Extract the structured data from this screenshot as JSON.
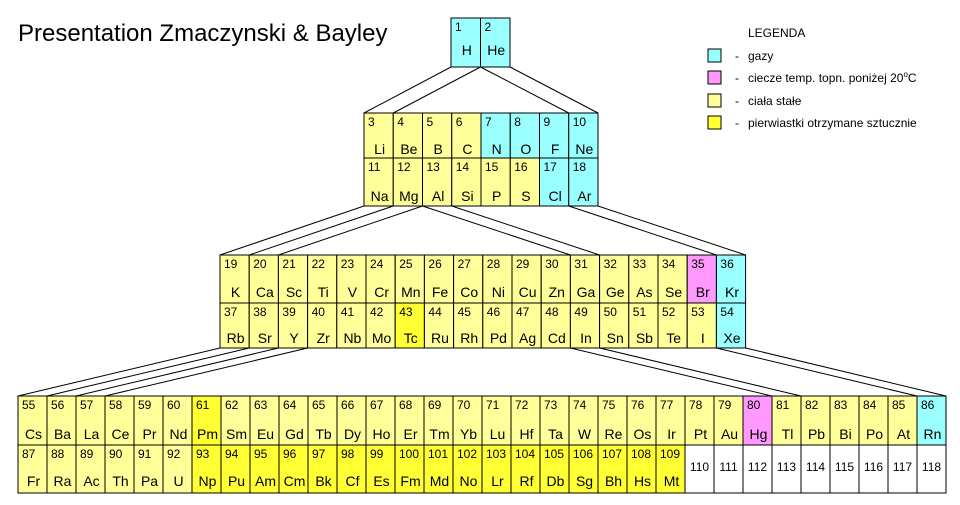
{
  "title": "Presentation Zmaczynski & Bayley",
  "legend": {
    "heading": "LEGENDA",
    "dash": "-",
    "items": [
      {
        "color": "#99FFFF",
        "label": "gazy"
      },
      {
        "color": "#FF99FF",
        "label": "ciecze temp. topn. poniżej 20",
        "label_superscript": "o",
        "label_suffix": "C"
      },
      {
        "color": "#FFFF99",
        "label": "ciała stałe"
      },
      {
        "color": "#FFFF33",
        "label": "pierwiastki otrzymane sztucznie"
      }
    ]
  },
  "empty_cell_color": "#FFFFFF",
  "table": {
    "rows": [
      {
        "elements": [
          {
            "number": 1,
            "symbol": "H",
            "legend_index": 0
          },
          {
            "number": 2,
            "symbol": "He",
            "legend_index": 0
          }
        ]
      },
      {
        "elements": [
          {
            "number": 3,
            "symbol": "Li",
            "legend_index": 2
          },
          {
            "number": 4,
            "symbol": "Be",
            "legend_index": 2
          },
          {
            "number": 5,
            "symbol": "B",
            "legend_index": 2
          },
          {
            "number": 6,
            "symbol": "C",
            "legend_index": 2
          },
          {
            "number": 7,
            "symbol": "N",
            "legend_index": 0
          },
          {
            "number": 8,
            "symbol": "O",
            "legend_index": 0
          },
          {
            "number": 9,
            "symbol": "F",
            "legend_index": 0
          },
          {
            "number": 10,
            "symbol": "Ne",
            "legend_index": 0
          }
        ]
      },
      {
        "elements": [
          {
            "number": 11,
            "symbol": "Na",
            "legend_index": 2
          },
          {
            "number": 12,
            "symbol": "Mg",
            "legend_index": 2
          },
          {
            "number": 13,
            "symbol": "Al",
            "legend_index": 2
          },
          {
            "number": 14,
            "symbol": "Si",
            "legend_index": 2
          },
          {
            "number": 15,
            "symbol": "P",
            "legend_index": 2
          },
          {
            "number": 16,
            "symbol": "S",
            "legend_index": 2
          },
          {
            "number": 17,
            "symbol": "Cl",
            "legend_index": 0
          },
          {
            "number": 18,
            "symbol": "Ar",
            "legend_index": 0
          }
        ]
      },
      {
        "elements": [
          {
            "number": 19,
            "symbol": "K",
            "legend_index": 2
          },
          {
            "number": 20,
            "symbol": "Ca",
            "legend_index": 2
          },
          {
            "number": 21,
            "symbol": "Sc",
            "legend_index": 2
          },
          {
            "number": 22,
            "symbol": "Ti",
            "legend_index": 2
          },
          {
            "number": 23,
            "symbol": "V",
            "legend_index": 2
          },
          {
            "number": 24,
            "symbol": "Cr",
            "legend_index": 2
          },
          {
            "number": 25,
            "symbol": "Mn",
            "legend_index": 2
          },
          {
            "number": 26,
            "symbol": "Fe",
            "legend_index": 2
          },
          {
            "number": 27,
            "symbol": "Co",
            "legend_index": 2
          },
          {
            "number": 28,
            "symbol": "Ni",
            "legend_index": 2
          },
          {
            "number": 29,
            "symbol": "Cu",
            "legend_index": 2
          },
          {
            "number": 30,
            "symbol": "Zn",
            "legend_index": 2
          },
          {
            "number": 31,
            "symbol": "Ga",
            "legend_index": 2
          },
          {
            "number": 32,
            "symbol": "Ge",
            "legend_index": 2
          },
          {
            "number": 33,
            "symbol": "As",
            "legend_index": 2
          },
          {
            "number": 34,
            "symbol": "Se",
            "legend_index": 2
          },
          {
            "number": 35,
            "symbol": "Br",
            "legend_index": 1
          },
          {
            "number": 36,
            "symbol": "Kr",
            "legend_index": 0
          }
        ]
      },
      {
        "elements": [
          {
            "number": 37,
            "symbol": "Rb",
            "legend_index": 2
          },
          {
            "number": 38,
            "symbol": "Sr",
            "legend_index": 2
          },
          {
            "number": 39,
            "symbol": "Y",
            "legend_index": 2
          },
          {
            "number": 40,
            "symbol": "Zr",
            "legend_index": 2
          },
          {
            "number": 41,
            "symbol": "Nb",
            "legend_index": 2
          },
          {
            "number": 42,
            "symbol": "Mo",
            "legend_index": 2
          },
          {
            "number": 43,
            "symbol": "Tc",
            "legend_index": 3
          },
          {
            "number": 44,
            "symbol": "Ru",
            "legend_index": 2
          },
          {
            "number": 45,
            "symbol": "Rh",
            "legend_index": 2
          },
          {
            "number": 46,
            "symbol": "Pd",
            "legend_index": 2
          },
          {
            "number": 47,
            "symbol": "Ag",
            "legend_index": 2
          },
          {
            "number": 48,
            "symbol": "Cd",
            "legend_index": 2
          },
          {
            "number": 49,
            "symbol": "In",
            "legend_index": 2
          },
          {
            "number": 50,
            "symbol": "Sn",
            "legend_index": 2
          },
          {
            "number": 51,
            "symbol": "Sb",
            "legend_index": 2
          },
          {
            "number": 52,
            "symbol": "Te",
            "legend_index": 2
          },
          {
            "number": 53,
            "symbol": "I",
            "legend_index": 2
          },
          {
            "number": 54,
            "symbol": "Xe",
            "legend_index": 0
          }
        ]
      },
      {
        "elements": [
          {
            "number": 55,
            "symbol": "Cs",
            "legend_index": 2
          },
          {
            "number": 56,
            "symbol": "Ba",
            "legend_index": 2
          },
          {
            "number": 57,
            "symbol": "La",
            "legend_index": 2
          },
          {
            "number": 58,
            "symbol": "Ce",
            "legend_index": 2
          },
          {
            "number": 59,
            "symbol": "Pr",
            "legend_index": 2
          },
          {
            "number": 60,
            "symbol": "Nd",
            "legend_index": 2
          },
          {
            "number": 61,
            "symbol": "Pm",
            "legend_index": 3
          },
          {
            "number": 62,
            "symbol": "Sm",
            "legend_index": 2
          },
          {
            "number": 63,
            "symbol": "Eu",
            "legend_index": 2
          },
          {
            "number": 64,
            "symbol": "Gd",
            "legend_index": 2
          },
          {
            "number": 65,
            "symbol": "Tb",
            "legend_index": 2
          },
          {
            "number": 66,
            "symbol": "Dy",
            "legend_index": 2
          },
          {
            "number": 67,
            "symbol": "Ho",
            "legend_index": 2
          },
          {
            "number": 68,
            "symbol": "Er",
            "legend_index": 2
          },
          {
            "number": 69,
            "symbol": "Tm",
            "legend_index": 2
          },
          {
            "number": 70,
            "symbol": "Yb",
            "legend_index": 2
          },
          {
            "number": 71,
            "symbol": "Lu",
            "legend_index": 2
          },
          {
            "number": 72,
            "symbol": "Hf",
            "legend_index": 2
          },
          {
            "number": 73,
            "symbol": "Ta",
            "legend_index": 2
          },
          {
            "number": 74,
            "symbol": "W",
            "legend_index": 2
          },
          {
            "number": 75,
            "symbol": "Re",
            "legend_index": 2
          },
          {
            "number": 76,
            "symbol": "Os",
            "legend_index": 2
          },
          {
            "number": 77,
            "symbol": "Ir",
            "legend_index": 2
          },
          {
            "number": 78,
            "symbol": "Pt",
            "legend_index": 2
          },
          {
            "number": 79,
            "symbol": "Au",
            "legend_index": 2
          },
          {
            "number": 80,
            "symbol": "Hg",
            "legend_index": 1
          },
          {
            "number": 81,
            "symbol": "Tl",
            "legend_index": 2
          },
          {
            "number": 82,
            "symbol": "Pb",
            "legend_index": 2
          },
          {
            "number": 83,
            "symbol": "Bi",
            "legend_index": 2
          },
          {
            "number": 84,
            "symbol": "Po",
            "legend_index": 2
          },
          {
            "number": 85,
            "symbol": "At",
            "legend_index": 2
          },
          {
            "number": 86,
            "symbol": "Rn",
            "legend_index": 0
          }
        ]
      },
      {
        "elements": [
          {
            "number": 87,
            "symbol": "Fr",
            "legend_index": 2
          },
          {
            "number": 88,
            "symbol": "Ra",
            "legend_index": 2
          },
          {
            "number": 89,
            "symbol": "Ac",
            "legend_index": 2
          },
          {
            "number": 90,
            "symbol": "Th",
            "legend_index": 2
          },
          {
            "number": 91,
            "symbol": "Pa",
            "legend_index": 2
          },
          {
            "number": 92,
            "symbol": "U",
            "legend_index": 2
          },
          {
            "number": 93,
            "symbol": "Np",
            "legend_index": 3
          },
          {
            "number": 94,
            "symbol": "Pu",
            "legend_index": 3
          },
          {
            "number": 95,
            "symbol": "Am",
            "legend_index": 3
          },
          {
            "number": 96,
            "symbol": "Cm",
            "legend_index": 3
          },
          {
            "number": 97,
            "symbol": "Bk",
            "legend_index": 3
          },
          {
            "number": 98,
            "symbol": "Cf",
            "legend_index": 3
          },
          {
            "number": 99,
            "symbol": "Es",
            "legend_index": 3
          },
          {
            "number": 100,
            "symbol": "Fm",
            "legend_index": 3
          },
          {
            "number": 101,
            "symbol": "Md",
            "legend_index": 3
          },
          {
            "number": 102,
            "symbol": "No",
            "legend_index": 3
          },
          {
            "number": 103,
            "symbol": "Lr",
            "legend_index": 3
          },
          {
            "number": 104,
            "symbol": "Rf",
            "legend_index": 3
          },
          {
            "number": 105,
            "symbol": "Db",
            "legend_index": 3
          },
          {
            "number": 106,
            "symbol": "Sg",
            "legend_index": 3
          },
          {
            "number": 107,
            "symbol": "Bh",
            "legend_index": 3
          },
          {
            "number": 108,
            "symbol": "Hs",
            "legend_index": 3
          },
          {
            "number": 109,
            "symbol": "Mt",
            "legend_index": 3
          },
          {
            "number": 110
          },
          {
            "number": 111
          },
          {
            "number": 112
          },
          {
            "number": 113
          },
          {
            "number": 114
          },
          {
            "number": 115
          },
          {
            "number": 116
          },
          {
            "number": 117
          },
          {
            "number": 118
          }
        ]
      }
    ]
  }
}
